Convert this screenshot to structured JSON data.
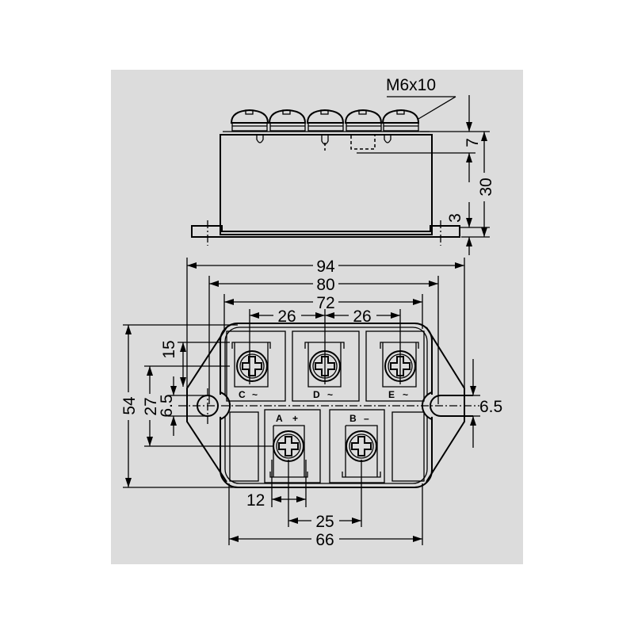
{
  "drawing": {
    "background_color": "#dcdcdc",
    "line_color": "#000000",
    "side_view": {
      "screw_label": "M6x10",
      "dims": {
        "screw_height": "7",
        "total_height": "30",
        "base_thickness": "3"
      }
    },
    "top_view": {
      "dims": {
        "overall_length": "94",
        "hole_spacing": "80",
        "body_length": "72",
        "pitch_left": "26",
        "pitch_right": "26",
        "overall_width": "54",
        "row_spacing": "27",
        "hole_dia_left": "6.5",
        "top_row_offset": "15",
        "hole_dia_right": "6.5",
        "terminal_width": "12",
        "dc_spacing": "25",
        "base_width": "66"
      },
      "terminals": [
        {
          "letter": "C",
          "symbol": "~"
        },
        {
          "letter": "D",
          "symbol": "~"
        },
        {
          "letter": "E",
          "symbol": "~"
        },
        {
          "letter": "A",
          "symbol": "+"
        },
        {
          "letter": "B",
          "symbol": "–"
        }
      ]
    }
  }
}
